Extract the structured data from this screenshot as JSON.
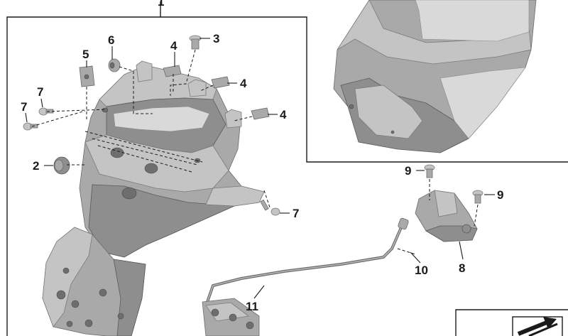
{
  "diagram": {
    "top_marker": "1",
    "callouts": [
      {
        "id": "c2",
        "text": "2"
      },
      {
        "id": "c3",
        "text": "3"
      },
      {
        "id": "c4a",
        "text": "4"
      },
      {
        "id": "c4b",
        "text": "4"
      },
      {
        "id": "c4c",
        "text": "4"
      },
      {
        "id": "c5",
        "text": "5"
      },
      {
        "id": "c6",
        "text": "6"
      },
      {
        "id": "c7a",
        "text": "7"
      },
      {
        "id": "c7b",
        "text": "7"
      },
      {
        "id": "c7c",
        "text": "7"
      },
      {
        "id": "c8",
        "text": "8"
      },
      {
        "id": "c9a",
        "text": "9"
      },
      {
        "id": "c9b",
        "text": "9"
      },
      {
        "id": "c10",
        "text": "10"
      },
      {
        "id": "c11",
        "text": "11"
      }
    ],
    "colors": {
      "line": "#1a1a1a",
      "part_dark": "#8e8e8e",
      "part_mid": "#a9a9a9",
      "part_light": "#c4c4c4",
      "background": "#ffffff"
    },
    "icons": [
      "exploded-view-arrow-icon"
    ]
  }
}
